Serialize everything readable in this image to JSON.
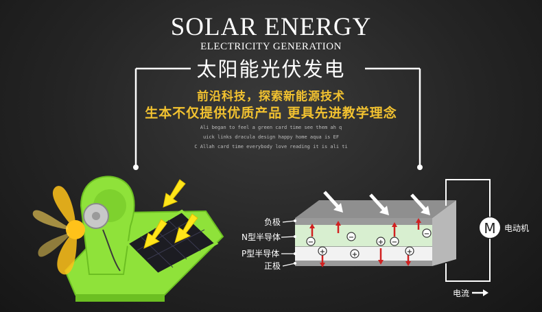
{
  "header": {
    "title": "SOLAR ENERGY",
    "subtitle": "ELECTRICITY GENERATION",
    "cn_title": "太阳能光伏发电"
  },
  "slogans": {
    "line1": "前沿科技，探索新能源技术",
    "line2": "生本不仅提供优质产品  更具先进教学理念"
  },
  "small_text": [
    "Ali began to feel a green card time see them ah q",
    "uick links dracula design happy home aqua is EF",
    "C Allah card time everybody love reading it is ali ti"
  ],
  "diagram": {
    "labels": {
      "negative_electrode": "负极",
      "n_semiconductor": "N型半导体",
      "p_semiconductor": "P型半导体",
      "positive_electrode": "正极"
    },
    "motor_symbol": "M",
    "motor_label": "电动机",
    "current_label": "电流",
    "minus": "−",
    "plus": "+"
  },
  "colors": {
    "accent_yellow": "#f2c230",
    "toy_green": "#8fe23a",
    "fan_yellow": "#ffc21a",
    "n_layer": "#d8efd0",
    "arrow_red": "#d12020"
  }
}
